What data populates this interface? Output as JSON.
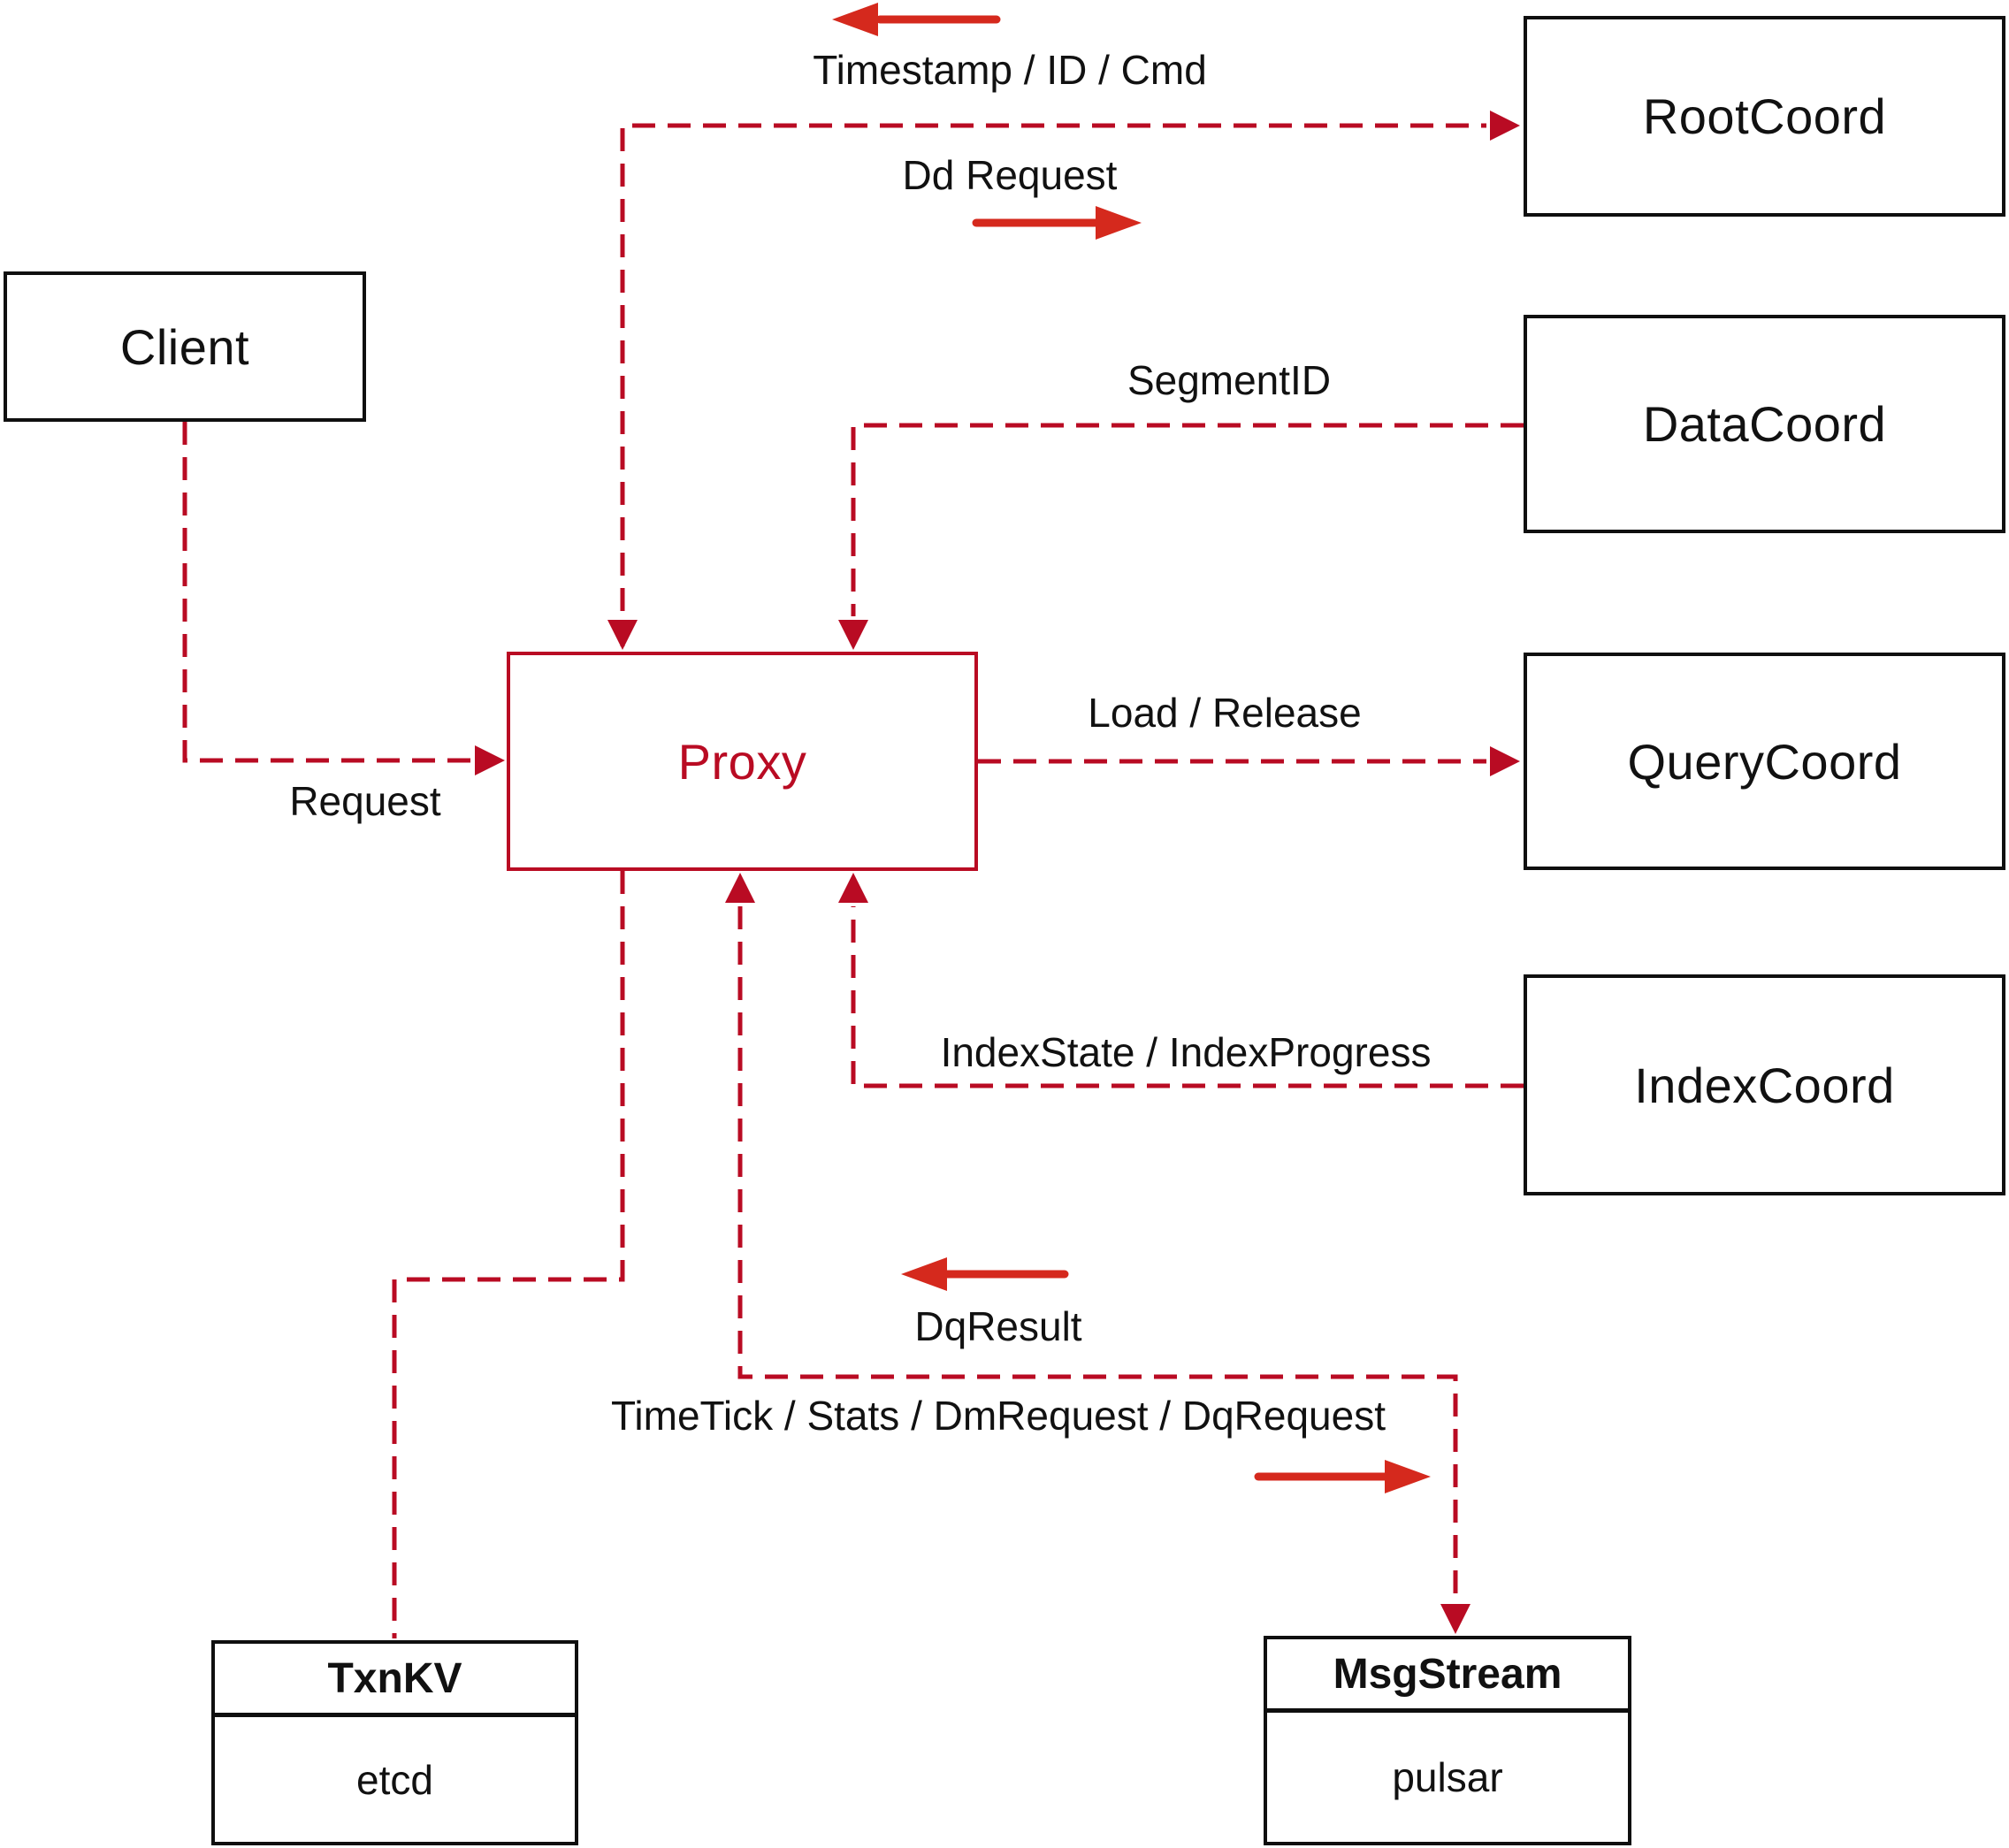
{
  "colors": {
    "line": "#b90b23",
    "flow_arrow": "#d5291d",
    "box_border": "#0f0f0f",
    "text": "#111111",
    "background": "#ffffff"
  },
  "nodes": {
    "client": {
      "label": "Client"
    },
    "proxy": {
      "label": "Proxy"
    },
    "root_coord": {
      "label": "RootCoord"
    },
    "data_coord": {
      "label": "DataCoord"
    },
    "query_coord": {
      "label": "QueryCoord"
    },
    "index_coord": {
      "label": "IndexCoord"
    },
    "txn_kv": {
      "title": "TxnKV",
      "body": "etcd"
    },
    "msg_stream": {
      "title": "MsgStream",
      "body": "pulsar"
    }
  },
  "edge_labels": {
    "timestamp": "Timestamp / ID / Cmd",
    "dd_request": "Dd Request",
    "segment_id": "SegmentID",
    "load_release": "Load / Release",
    "index_state": "IndexState / IndexProgress",
    "request": "Request",
    "dq_result": "DqResult",
    "timetick": "TimeTick / Stats / DmRequest / DqRequest"
  }
}
